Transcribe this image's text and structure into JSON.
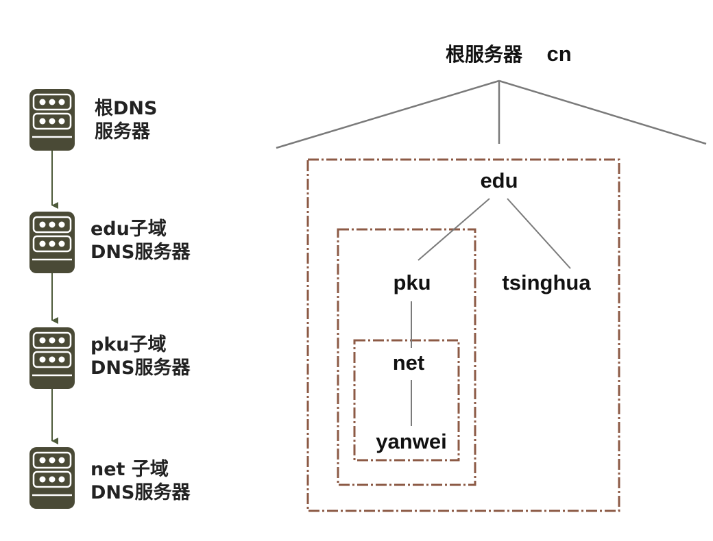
{
  "colors": {
    "server_body": "#4a4a36",
    "server_accent": "#ffffff",
    "arrow": "#4d5a3a",
    "zone_border": "#8c5a45",
    "tree_line": "#7a7a7a",
    "text": "#1a1a1a"
  },
  "top_label": {
    "server": "根服务器",
    "domain": "cn"
  },
  "servers": [
    {
      "line1": "根DNS",
      "line2": "服务器"
    },
    {
      "line1": "edu子域",
      "line2": "DNS服务器"
    },
    {
      "line1": "pku子域",
      "line2": "DNS服务器"
    },
    {
      "line1": "net 子域",
      "line2": "DNS服务器"
    }
  ],
  "tree_nodes": {
    "edu": "edu",
    "pku": "pku",
    "tsinghua": "tsinghua",
    "net": "net",
    "yanwei": "yanwei"
  }
}
